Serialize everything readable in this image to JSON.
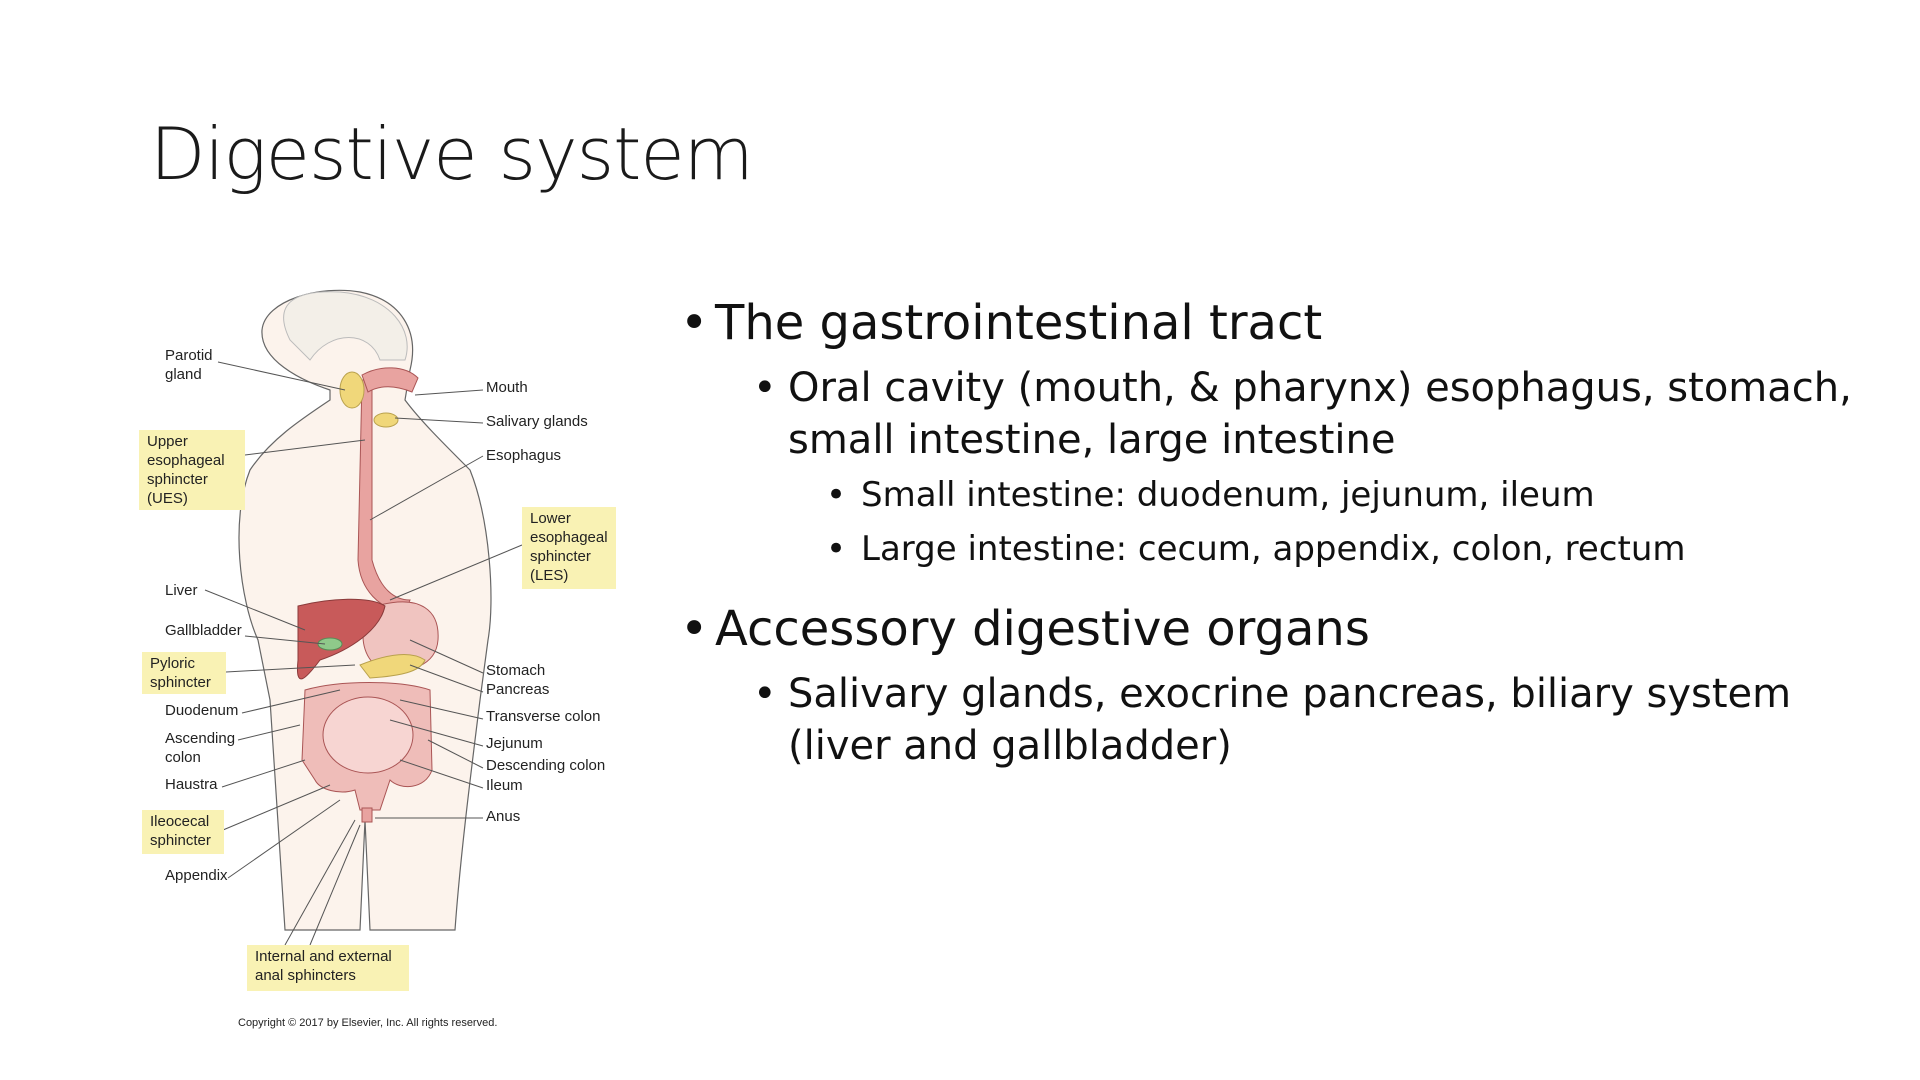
{
  "slide": {
    "title": "Digestive system",
    "bullets": [
      {
        "level": 1,
        "text": "The gastrointestinal tract"
      },
      {
        "level": 2,
        "text": "Oral cavity (mouth, & pharynx) esophagus, stomach, small intestine, large intestine"
      },
      {
        "level": 3,
        "text": "Small intestine: duodenum, jejunum, ileum"
      },
      {
        "level": 3,
        "text": "Large intestine: cecum, appendix, colon, rectum"
      },
      {
        "level": 1,
        "text": "Accessory digestive organs"
      },
      {
        "level": 2,
        "text": "Salivary glands, exocrine pancreas, biliary system (liver and gallbladder)"
      }
    ],
    "bullet_char": "•"
  },
  "diagram": {
    "labels_left": {
      "parotid": "Parotid gland",
      "liver": "Liver",
      "gallbladder": "Gallbladder",
      "duodenum": "Duodenum",
      "ascending": "Ascending colon",
      "haustra": "Haustra",
      "appendix": "Appendix"
    },
    "labels_right": {
      "mouth": "Mouth",
      "salivary": "Salivary glands",
      "esophagus": "Esophagus",
      "stomach": "Stomach",
      "pancreas": "Pancreas",
      "transverse": "Transverse colon",
      "jejunum": "Jejunum",
      "descending": "Descending colon",
      "ileum": "Ileum",
      "anus": "Anus"
    },
    "highlighted": {
      "ues": "Upper esophageal sphincter (UES)",
      "les": "Lower esophageal sphincter (LES)",
      "pyloric": "Pyloric sphincter",
      "ileocecal": "Ileocecal sphincter",
      "anal": "Internal and external anal sphincters"
    },
    "copyright": "Copyright © 2017 by Elsevier, Inc. All rights reserved.",
    "colors": {
      "highlight": "#f9f2b4",
      "organ": "#e8a3a0",
      "liver": "#c85a5a",
      "gland": "#f0d77a",
      "gallbladder": "#8fc98a",
      "skin": "#fcf3ec"
    }
  }
}
